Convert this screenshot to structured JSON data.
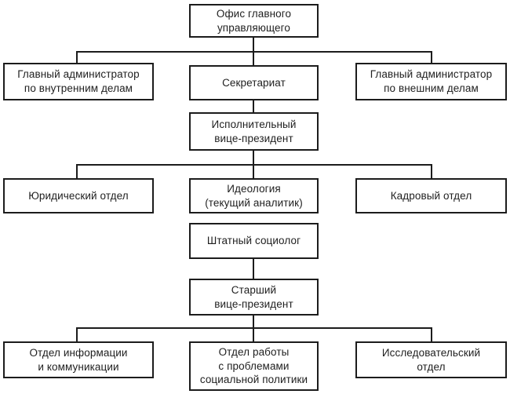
{
  "diagram": {
    "type": "org-chart",
    "colors": {
      "line": "#1c1c1c",
      "text": "#1f1f1f",
      "background": "#ffffff"
    },
    "nodes": {
      "ceo_office": {
        "label": "Офис главного\nуправляющего"
      },
      "admin_internal": {
        "label": "Главный администратор\nпо внутренним делам"
      },
      "secretariat": {
        "label": "Секретариат"
      },
      "admin_external": {
        "label": "Главный администратор\nпо внешним делам"
      },
      "exec_vp": {
        "label": "Исполнительный\nвице-президент"
      },
      "legal_dept": {
        "label": "Юридический отдел"
      },
      "ideology": {
        "label": "Идеология\n(текущий аналитик)"
      },
      "hr_dept": {
        "label": "Кадровый отдел"
      },
      "staff_sociologist": {
        "label": "Штатный социолог"
      },
      "senior_vp": {
        "label": "Старший\nвице-президент"
      },
      "info_comm_dept": {
        "label": "Отдел информации\nи коммуникации"
      },
      "social_policy_dept": {
        "label": "Отдел работы\nс проблемами\nсоциальной политики"
      },
      "research_dept": {
        "label": "Исследовательский\nотдел"
      }
    }
  }
}
